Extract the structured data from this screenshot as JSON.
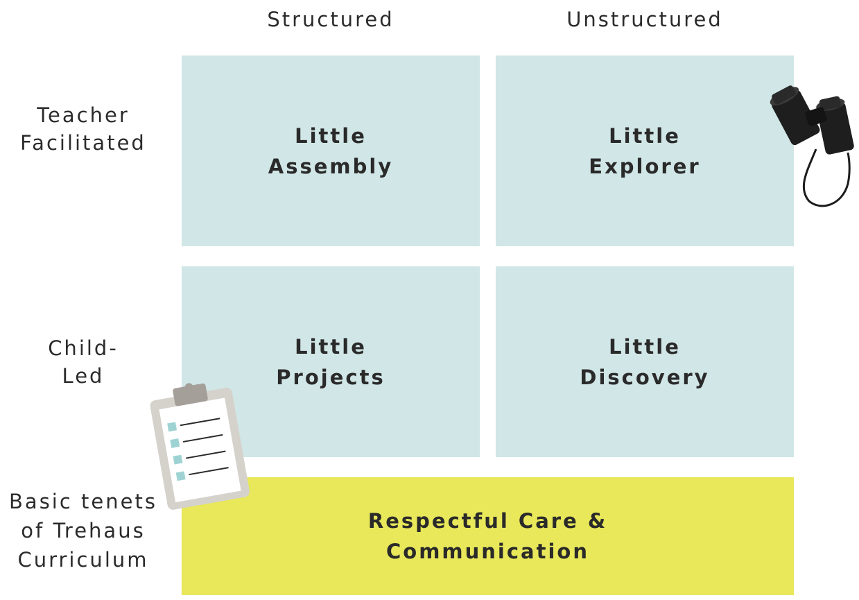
{
  "columns": {
    "structured": "Structured",
    "unstructured": "Unstructured"
  },
  "rows": {
    "teacher": [
      "Teacher",
      "Facilitated"
    ],
    "child": [
      "Child-",
      "Led"
    ],
    "basic": [
      "Basic tenets",
      "of Trehaus",
      "Curriculum"
    ]
  },
  "cells": {
    "assembly": [
      "Little",
      "Assembly"
    ],
    "explorer": [
      "Little",
      "Explorer"
    ],
    "projects": [
      "Little",
      "Projects"
    ],
    "discovery": [
      "Little",
      "Discovery"
    ]
  },
  "base": [
    "Respectful Care &",
    "Communication"
  ],
  "colors": {
    "cell": "#d1e6e6",
    "base": "#e8e85a",
    "text": "#2a2a2a"
  },
  "icons": {
    "binoculars": "binoculars-icon",
    "clipboard": "clipboard-icon"
  }
}
